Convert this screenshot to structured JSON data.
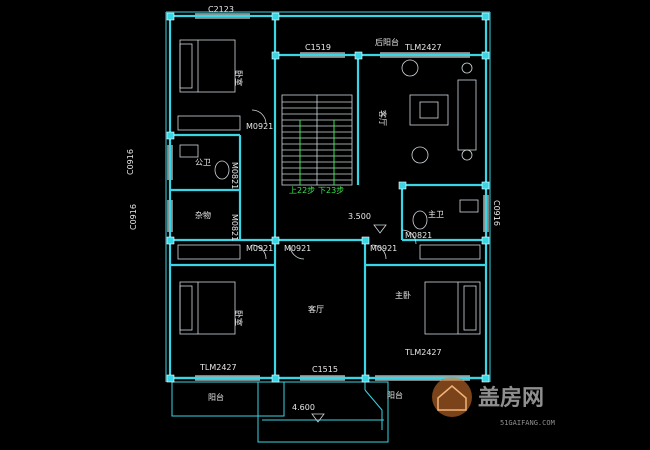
{
  "labels": {
    "c2123": "C2123",
    "c1519": "C1519",
    "balcony_top": "后阳台",
    "tlm_top": "TLM2427",
    "living": "客厅",
    "bedroom_nw": "卧室",
    "bath_w": "公卫",
    "storage_w": "杂物",
    "m0921_a": "M0921",
    "m0921_b": "M0821",
    "m0921_c": "M0821",
    "c0916_a": "C0916",
    "c0916_b": "C0916",
    "c0916_c": "C0916",
    "stair_up": "上22步",
    "stair_down": "下23步",
    "elev_mid": "3.500",
    "bath_master": "主卫",
    "m0821_r": "M0821",
    "m0921_d": "M0921",
    "m0921_e": "M0921",
    "m0921_f": "M0921",
    "bedroom_sw": "卧室",
    "hall": "客厅",
    "master_bed": "主卧",
    "tlm_r": "TLM2427",
    "tlm_sw": "TLM2427",
    "c1515": "C1515",
    "balcony_s": "阳台",
    "balcony_se": "阳台",
    "elev_low": "4.600"
  },
  "logo": {
    "cn": "盖房网",
    "en": "51GAIFANG.COM"
  },
  "colors": {
    "wall": "#39d6e6",
    "text": "#e8e8e8",
    "stair_label": "#39e64b",
    "logo": "#8f8f8f"
  }
}
